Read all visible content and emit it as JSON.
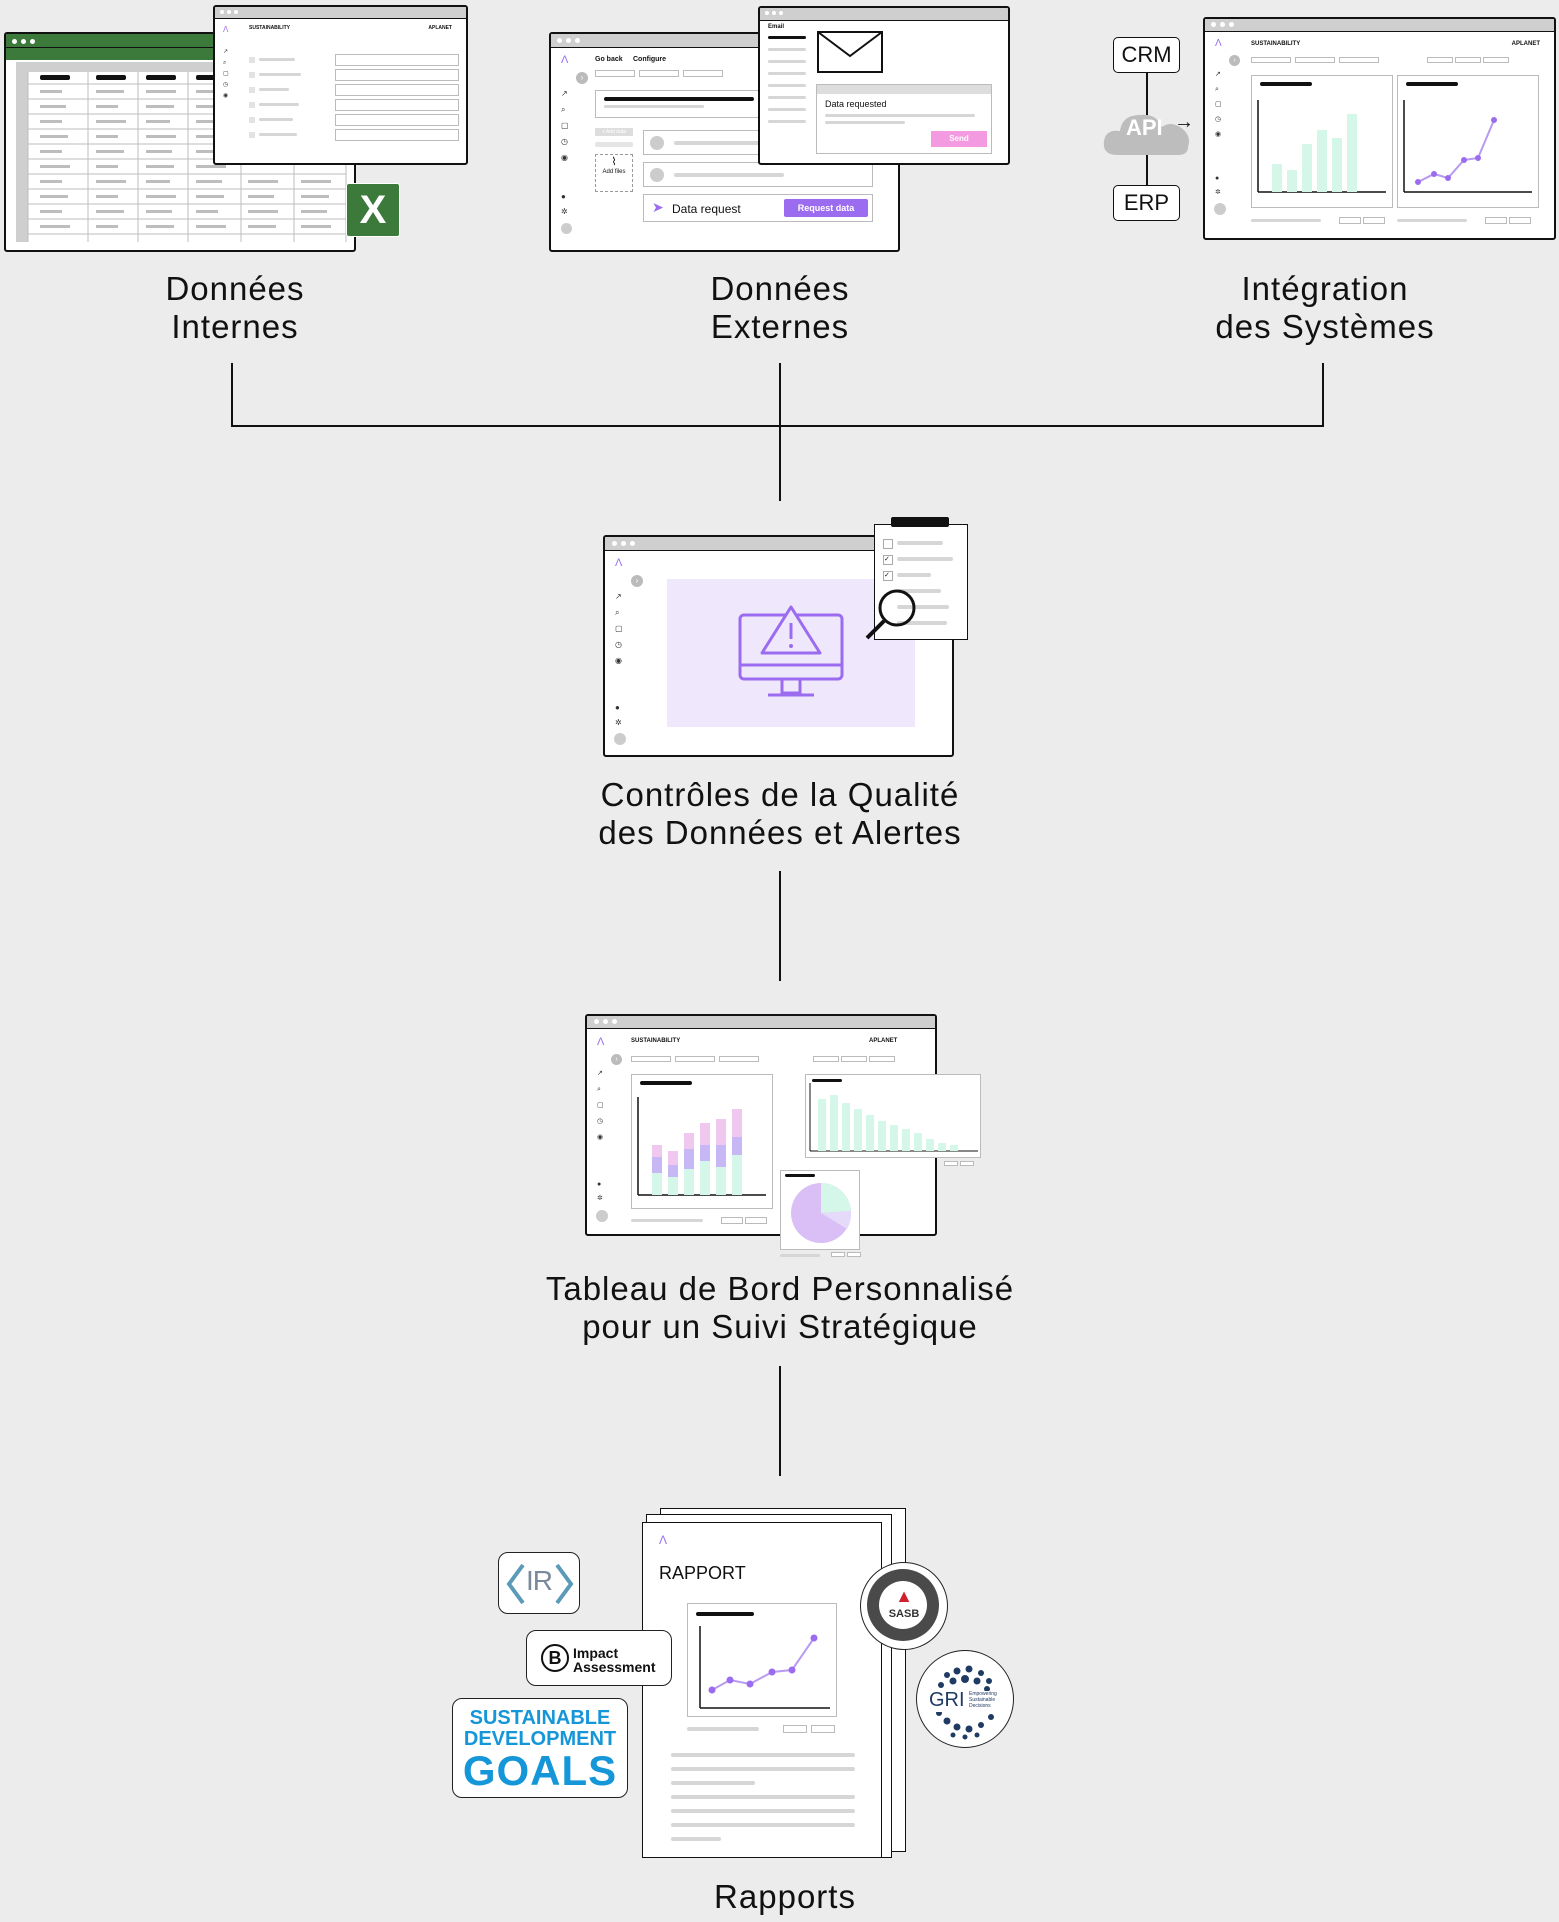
{
  "steps": {
    "internal": {
      "line1": "Données",
      "line2": "Internes"
    },
    "external": {
      "line1": "Données",
      "line2": "Externes"
    },
    "integration": {
      "line1": "Intégration",
      "line2": "des Systèmes"
    },
    "quality": {
      "line1": "Contrôles de la Qualité",
      "line2": "des Données et Alertes"
    },
    "dashboard": {
      "line1": "Tableau de Bord Personnalisé",
      "line2": "pour un Suivi Stratégique"
    },
    "reports": {
      "line1": "Rapports"
    }
  },
  "ui": {
    "sustainability": "SUSTAINABILITY",
    "brand": "APLANET",
    "go_back": "Go back",
    "configure": "Configure",
    "add_data": "+ Add data",
    "add_files": "Add files",
    "data_request": "Data request",
    "request_data": "Request data",
    "email": "Email",
    "data_requested": "Data requested",
    "send": "Send",
    "crm": "CRM",
    "api": "API",
    "erp": "ERP",
    "excel": "X",
    "rapport": "RAPPORT"
  },
  "logos": {
    "ir": "IR",
    "b_letter": "B",
    "impact": "Impact",
    "assessment": "Assessment",
    "sdg1": "SUSTAINABLE",
    "sdg2": "DEVELOPMENT",
    "sdg3": "GOALS",
    "sasb": "SASB",
    "gri": "GRI",
    "gri_sub": "Empowering Sustainable Decisions"
  },
  "colors": {
    "purple": "#9b6cf0",
    "purple_light": "#efe8fc",
    "mint": "#d5f7ea",
    "pink": "#f49ae0",
    "excel_green": "#3b7a3b"
  }
}
